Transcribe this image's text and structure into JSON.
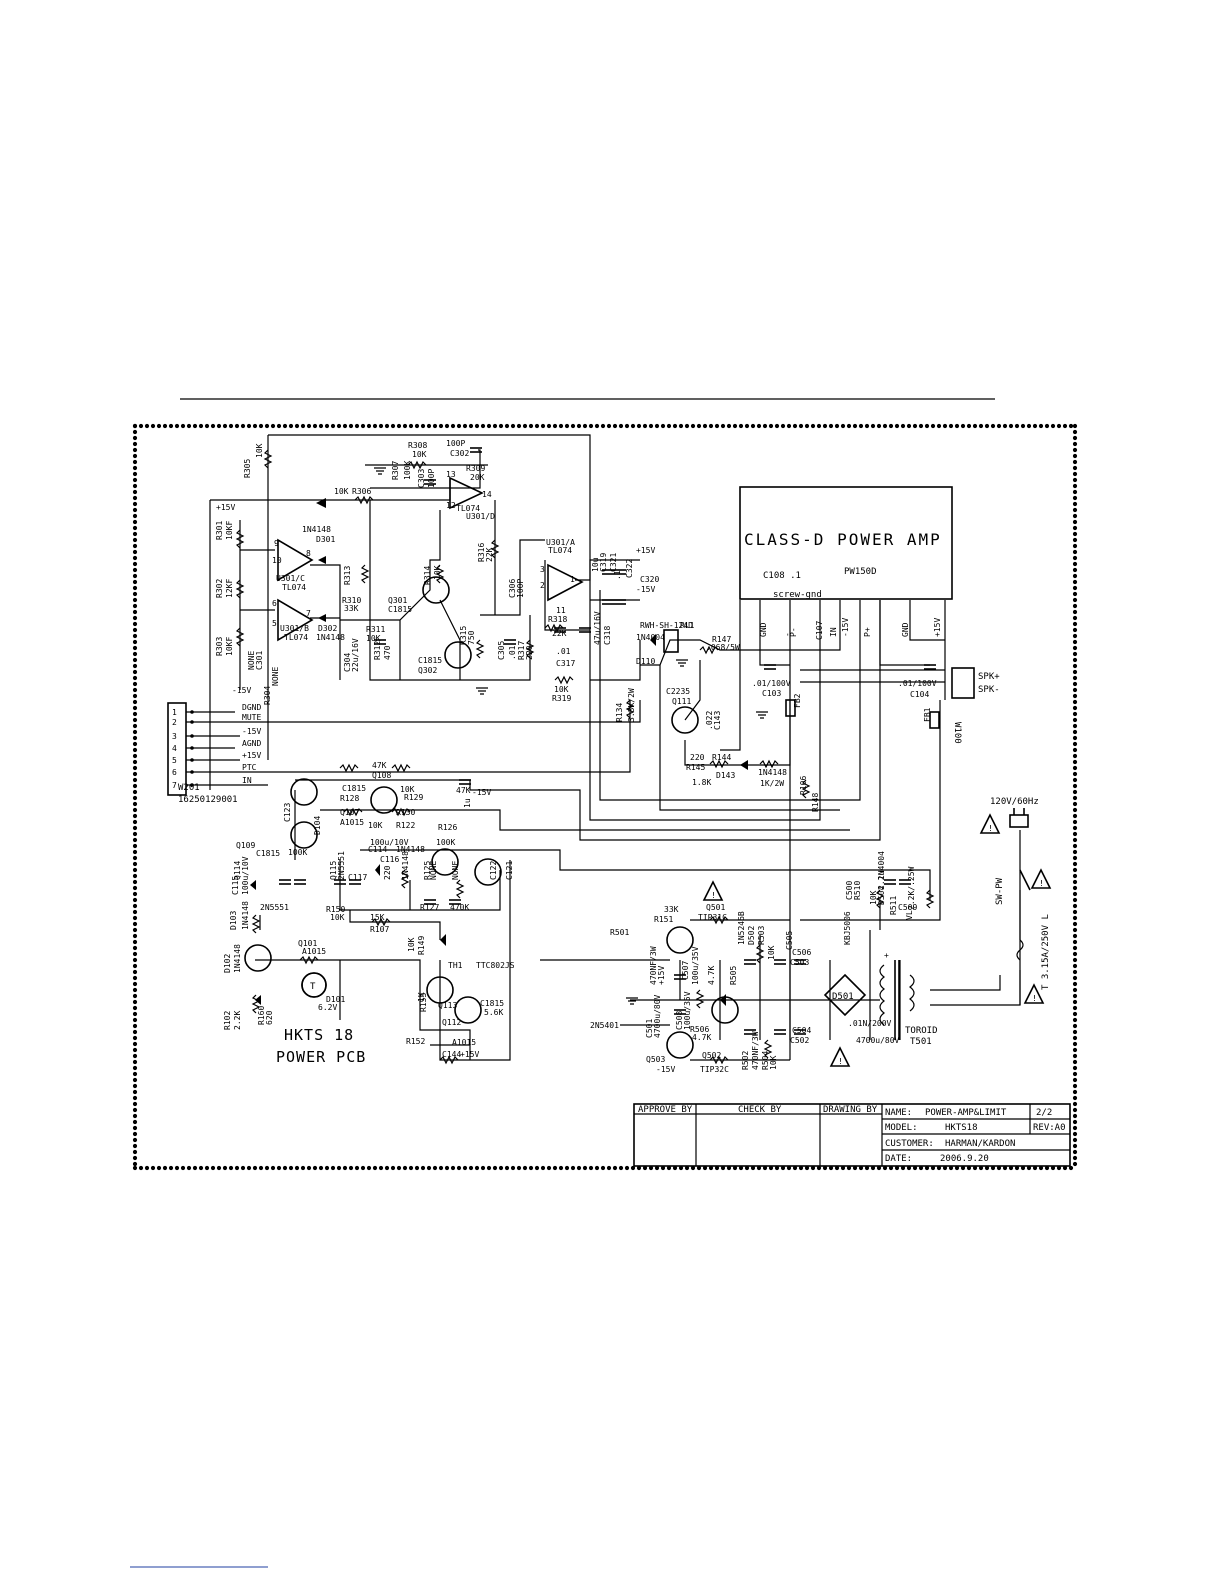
{
  "title_block": {
    "approve_by": "APPROVE BY",
    "check_by": "CHECK BY",
    "drawing_by": "DRAWING BY",
    "name_label": "NAME:",
    "name_value": "POWER-AMP&LIMIT",
    "sheet": "2/2",
    "model_label": "MODEL:",
    "model_value": "HKTS18",
    "rev": "REV:A0",
    "customer_label": "CUSTOMER:",
    "customer_value": "HARMAN/KARDON",
    "date_label": "DATE:",
    "date_value": "2006.9.20"
  },
  "board_title": {
    "line1": "HKTS 18",
    "line2": "POWER PCB"
  },
  "amp_module": {
    "label": "CLASS-D POWER AMP",
    "part": "PW150D",
    "c108": "C108 .1",
    "screw": "screw-gnd"
  },
  "connector_w201": {
    "ref": "W201",
    "part": "16250129001",
    "pins": [
      "1",
      "2",
      "3",
      "4",
      "5",
      "6",
      "7"
    ],
    "signals": [
      "DGND",
      "MUTE",
      "-15V",
      "AGND",
      "+15V",
      "PTC",
      "IN"
    ]
  },
  "speaker": {
    "ref": "W100",
    "pos": "SPK+",
    "neg": "SPK-"
  },
  "mains": {
    "supply": "120V/60Hz",
    "switch": "SW-PW",
    "fuse": "T 3.15A/250V L",
    "transformer": "TOROID",
    "transformer_ref": "T501",
    "bridge": "D501",
    "bridge_part": "KBJ5006"
  },
  "labels": [
    "R305",
    "10K",
    "R308",
    "10K",
    "100P",
    "C302",
    "R307",
    "100K",
    "R309",
    "20K",
    "C303",
    "100P",
    "13",
    "14",
    "12",
    "TL074",
    "U301/D",
    "10K",
    "R306",
    "+15V",
    "R301",
    "10KF",
    "1N4148",
    "D301",
    "9",
    "8",
    "10",
    "U301/C",
    "TL074",
    "R302",
    "12KF",
    "6",
    "7",
    "5",
    "U301/B",
    "TL074",
    "R303",
    "10KF",
    "NONE",
    "C301",
    "R304",
    "NONE",
    "-15V",
    "D302",
    "1N4148",
    "R313",
    "R310",
    "33K",
    "Q301",
    "C1815",
    "R314",
    "10K",
    "R311",
    "10K",
    "R312",
    "470",
    "C304",
    "22u/16V",
    "Q302",
    "C1815",
    "R315",
    "750",
    "R316",
    "22K",
    "U301/A",
    "TL074",
    "3",
    "2",
    "1",
    "11",
    "C306",
    "100P",
    "C305",
    ".01",
    "R317",
    "220",
    "R318",
    "22K",
    ".01",
    "C317",
    "10K",
    "R319",
    "+15V",
    "10u",
    "C319",
    "C321",
    ".1",
    "C320",
    "C322",
    "-15V",
    "47u/16V",
    "C318",
    "RWH-SH-124D",
    "RL1",
    "1N4004",
    "D110",
    "R147",
    ".068/5W",
    ".01/100V",
    "C103",
    ".01/100V",
    "C104",
    "FB2",
    "FB1",
    "C107",
    "R134",
    "3.3K/2W",
    "C2235",
    "Q111",
    ".022",
    "C143",
    "220",
    "R144",
    "R145",
    "1.8K",
    "D143",
    "1N4148",
    "1K/2W",
    "R148",
    "R106",
    "47K",
    "Q108",
    "C1815",
    "R128",
    "10K",
    "R129",
    "47K",
    "-15V",
    "1u",
    "C123",
    "Q107",
    "A1015",
    "R130",
    "10K",
    "R122",
    "D104",
    "100K",
    "Q109",
    "C1815",
    "100u/10V",
    "C114",
    "1N4148",
    "R126",
    "100K",
    "Q115",
    "2N5551",
    "C117",
    "C116",
    "220",
    "1N4148",
    "R125",
    "NONE",
    "NONE",
    "R127",
    "470K",
    "C121",
    "C122",
    "Q114",
    "2N5551",
    "C115",
    "100u/10V",
    "D103",
    "1N4148",
    "R150",
    "10K",
    "15K",
    "R107",
    "10K",
    "R149",
    "D102",
    "1N4148",
    "Q101",
    "A1015",
    "R102",
    "2.2K",
    "R160",
    "620",
    "D101",
    "6.2V",
    "TH1",
    "TTC802JS",
    "1K",
    "R153",
    "Q113",
    "C1815",
    "5.6K",
    "Q112",
    "A1015",
    "R152",
    "C144",
    "+15V",
    "33K",
    "R151",
    "Q501",
    "TIP31C",
    "R501",
    "470NF/3W",
    "+15V",
    "C507",
    "100u/35V",
    "4.7K",
    "R505",
    "1N5246B",
    "D502",
    "R503",
    "10K",
    "C505",
    "C506",
    "C503",
    "C501",
    "4700u/80V",
    "C508",
    "100u/35V",
    "R506",
    "4.7K",
    "2N5401",
    "Q503",
    "-15V",
    "Q502",
    "TIP32C",
    "R502",
    "470NF/3W",
    "R504",
    "10K",
    "C504",
    "C502",
    "4700u/80V",
    ".01N/200V",
    "C500",
    "R510",
    "10K",
    "D504",
    "1N4004",
    "2.2u",
    "C509",
    "2.2K/.25W",
    "R511",
    "VL",
    "+",
    "-",
    "GND",
    "IN",
    "GND",
    "+15V",
    "-15V",
    "P+",
    "P-"
  ]
}
